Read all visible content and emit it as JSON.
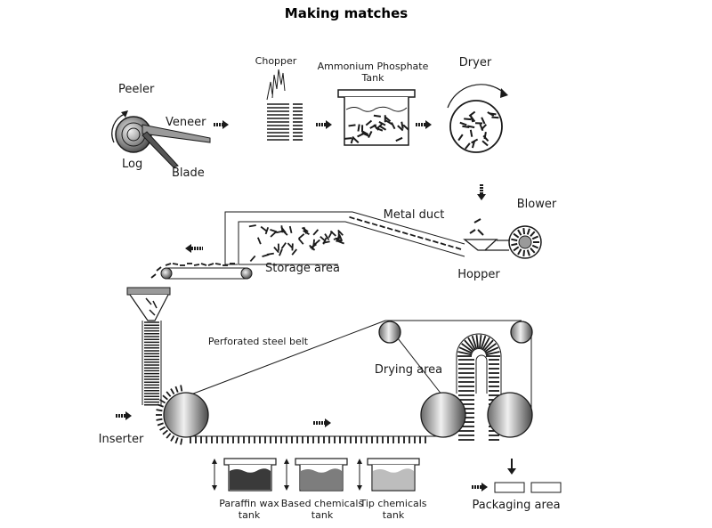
{
  "title": "Making matches",
  "labels": {
    "peeler": "Peeler",
    "veneer": "Veneer",
    "log": "Log",
    "blade": "Blade",
    "chopper": "Chopper",
    "tank_line1": "Ammonium Phosphate",
    "tank_line2": "Tank",
    "dryer": "Dryer",
    "blower": "Blower",
    "metal_duct": "Metal duct",
    "hopper": "Hopper",
    "storage_area": "Storage area",
    "perforated_belt": "Perforated steel belt",
    "drying_area": "Drying area",
    "inserter": "Inserter",
    "paraffin_line1": "Paraffin wax",
    "paraffin_line2": "tank",
    "based_line1": "Based chemicals",
    "based_line2": "tank",
    "tip_line1": "Tip chemicals",
    "tip_line2": "tank",
    "packaging_area": "Packaging area"
  },
  "colors": {
    "line": "#1a1a1a",
    "paraffin_fill": "#3a3a3a",
    "based_fill": "#7d7d7d",
    "tip_fill": "#bdbdbd",
    "roller_dark": "#555555",
    "roller_light": "#e8e8e8"
  }
}
